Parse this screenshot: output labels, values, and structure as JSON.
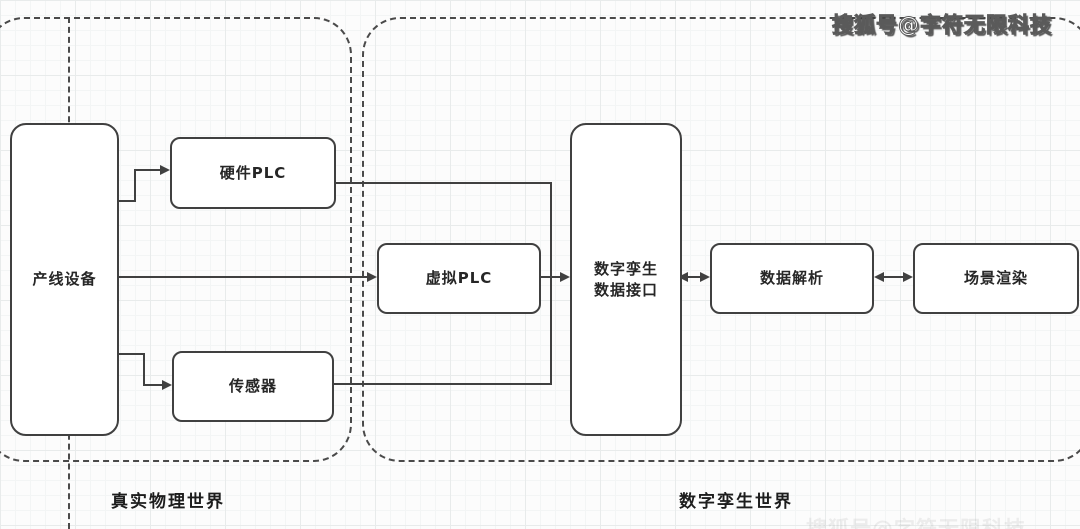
{
  "watermarks": {
    "top_right": "搜狐号@字符无限科技",
    "bottom_right": "搜狐号@字符无限科技"
  },
  "diagram": {
    "regions": [
      {
        "id": "physical-world",
        "label": "真实物理世界"
      },
      {
        "id": "digital-twin-world",
        "label": "数字孪生世界"
      }
    ],
    "nodes": [
      {
        "id": "production-line",
        "label": "产线设备"
      },
      {
        "id": "hardware-plc",
        "label": "硬件PLC"
      },
      {
        "id": "sensor",
        "label": "传感器"
      },
      {
        "id": "virtual-plc",
        "label": "虚拟PLC"
      },
      {
        "id": "dt-data-interface",
        "label": "数字孪生数据接口",
        "line1": "数字孪生",
        "line2": "数据接口"
      },
      {
        "id": "data-parsing",
        "label": "数据解析"
      },
      {
        "id": "scene-rendering",
        "label": "场景渲染"
      }
    ],
    "edges": [
      {
        "from": "production-line",
        "to": "hardware-plc",
        "style": "arrow"
      },
      {
        "from": "production-line",
        "to": "virtual-plc",
        "style": "arrow"
      },
      {
        "from": "production-line",
        "to": "sensor",
        "style": "arrow"
      },
      {
        "from": "hardware-plc",
        "to": "dt-data-interface",
        "style": "merge-arrow"
      },
      {
        "from": "virtual-plc",
        "to": "dt-data-interface",
        "style": "arrow"
      },
      {
        "from": "sensor",
        "to": "dt-data-interface",
        "style": "merge-arrow"
      },
      {
        "from": "dt-data-interface",
        "to": "data-parsing",
        "style": "double-arrow"
      },
      {
        "from": "data-parsing",
        "to": "scene-rendering",
        "style": "double-arrow"
      }
    ],
    "colors": {
      "box_border": "#404040",
      "dashed_border": "#4a4a4a",
      "line": "#404040",
      "text": "#262626",
      "background": "#fcfcfc"
    }
  }
}
